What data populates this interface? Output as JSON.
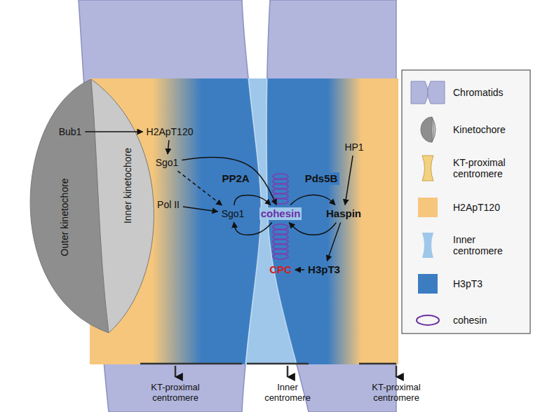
{
  "diagram": {
    "nodes": [
      {
        "text": [
          "Outer kinetochore"
        ]
      },
      {
        "text": [
          "Inner kinetochore"
        ]
      },
      {
        "text": [
          "Bub1"
        ],
        "in": 0
      },
      {
        "text": [
          "H2ApT120"
        ]
      },
      {
        "text": [
          "Sgo1"
        ]
      },
      {
        "text": [
          "Pol II"
        ]
      },
      {
        "text": [
          "Sgo1"
        ]
      },
      {
        "text": [
          "cohesin"
        ]
      },
      {
        "text": [
          "HP1"
        ]
      },
      {
        "text": [
          "Haspin"
        ]
      },
      {
        "text": [
          "H3pT3"
        ]
      },
      {
        "text": [
          "CPC"
        ]
      }
    ],
    "edges": [
      {
        "from": 2,
        "to": 3,
        "arrow": "to"
      },
      {
        "from": 3,
        "to": 4,
        "arrow": "to"
      },
      {
        "from": 4,
        "to": 6,
        "arrow": "to"
      },
      {
        "from": 5,
        "to": 6,
        "arrow": "to"
      },
      {
        "from": 4,
        "to": 7,
        "arrow": "to"
      },
      {
        "from": 6,
        "to": 7,
        "label": "PP2A",
        "arrow": "to"
      },
      {
        "from": 7,
        "to": 6,
        "arrow": "to"
      },
      {
        "from": 7,
        "to": 9,
        "label": "Pds5B",
        "arrow": "to"
      },
      {
        "from": 9,
        "to": 7,
        "arrow": "to"
      },
      {
        "from": 8,
        "to": 9,
        "arrow": "to"
      },
      {
        "from": 9,
        "to": 10,
        "arrow": "to"
      },
      {
        "from": 10,
        "to": 11,
        "arrow": "to"
      }
    ],
    "labels": [
      "KT-proximal centromere",
      "Inner centromere",
      "KT-proximal centromere"
    ],
    "legend": [
      {
        "text": "Chromatids"
      },
      {
        "text": "Kinetochore"
      },
      {
        "text": "KT-proximal centromere"
      },
      {
        "text": "H2ApT120",
        "color": "#f5c67c"
      },
      {
        "text": "Inner centromere",
        "color": "#9ec7ea"
      },
      {
        "text": "H3pT3",
        "color": "#3c7dc2"
      },
      {
        "text": "cohesin"
      }
    ]
  }
}
